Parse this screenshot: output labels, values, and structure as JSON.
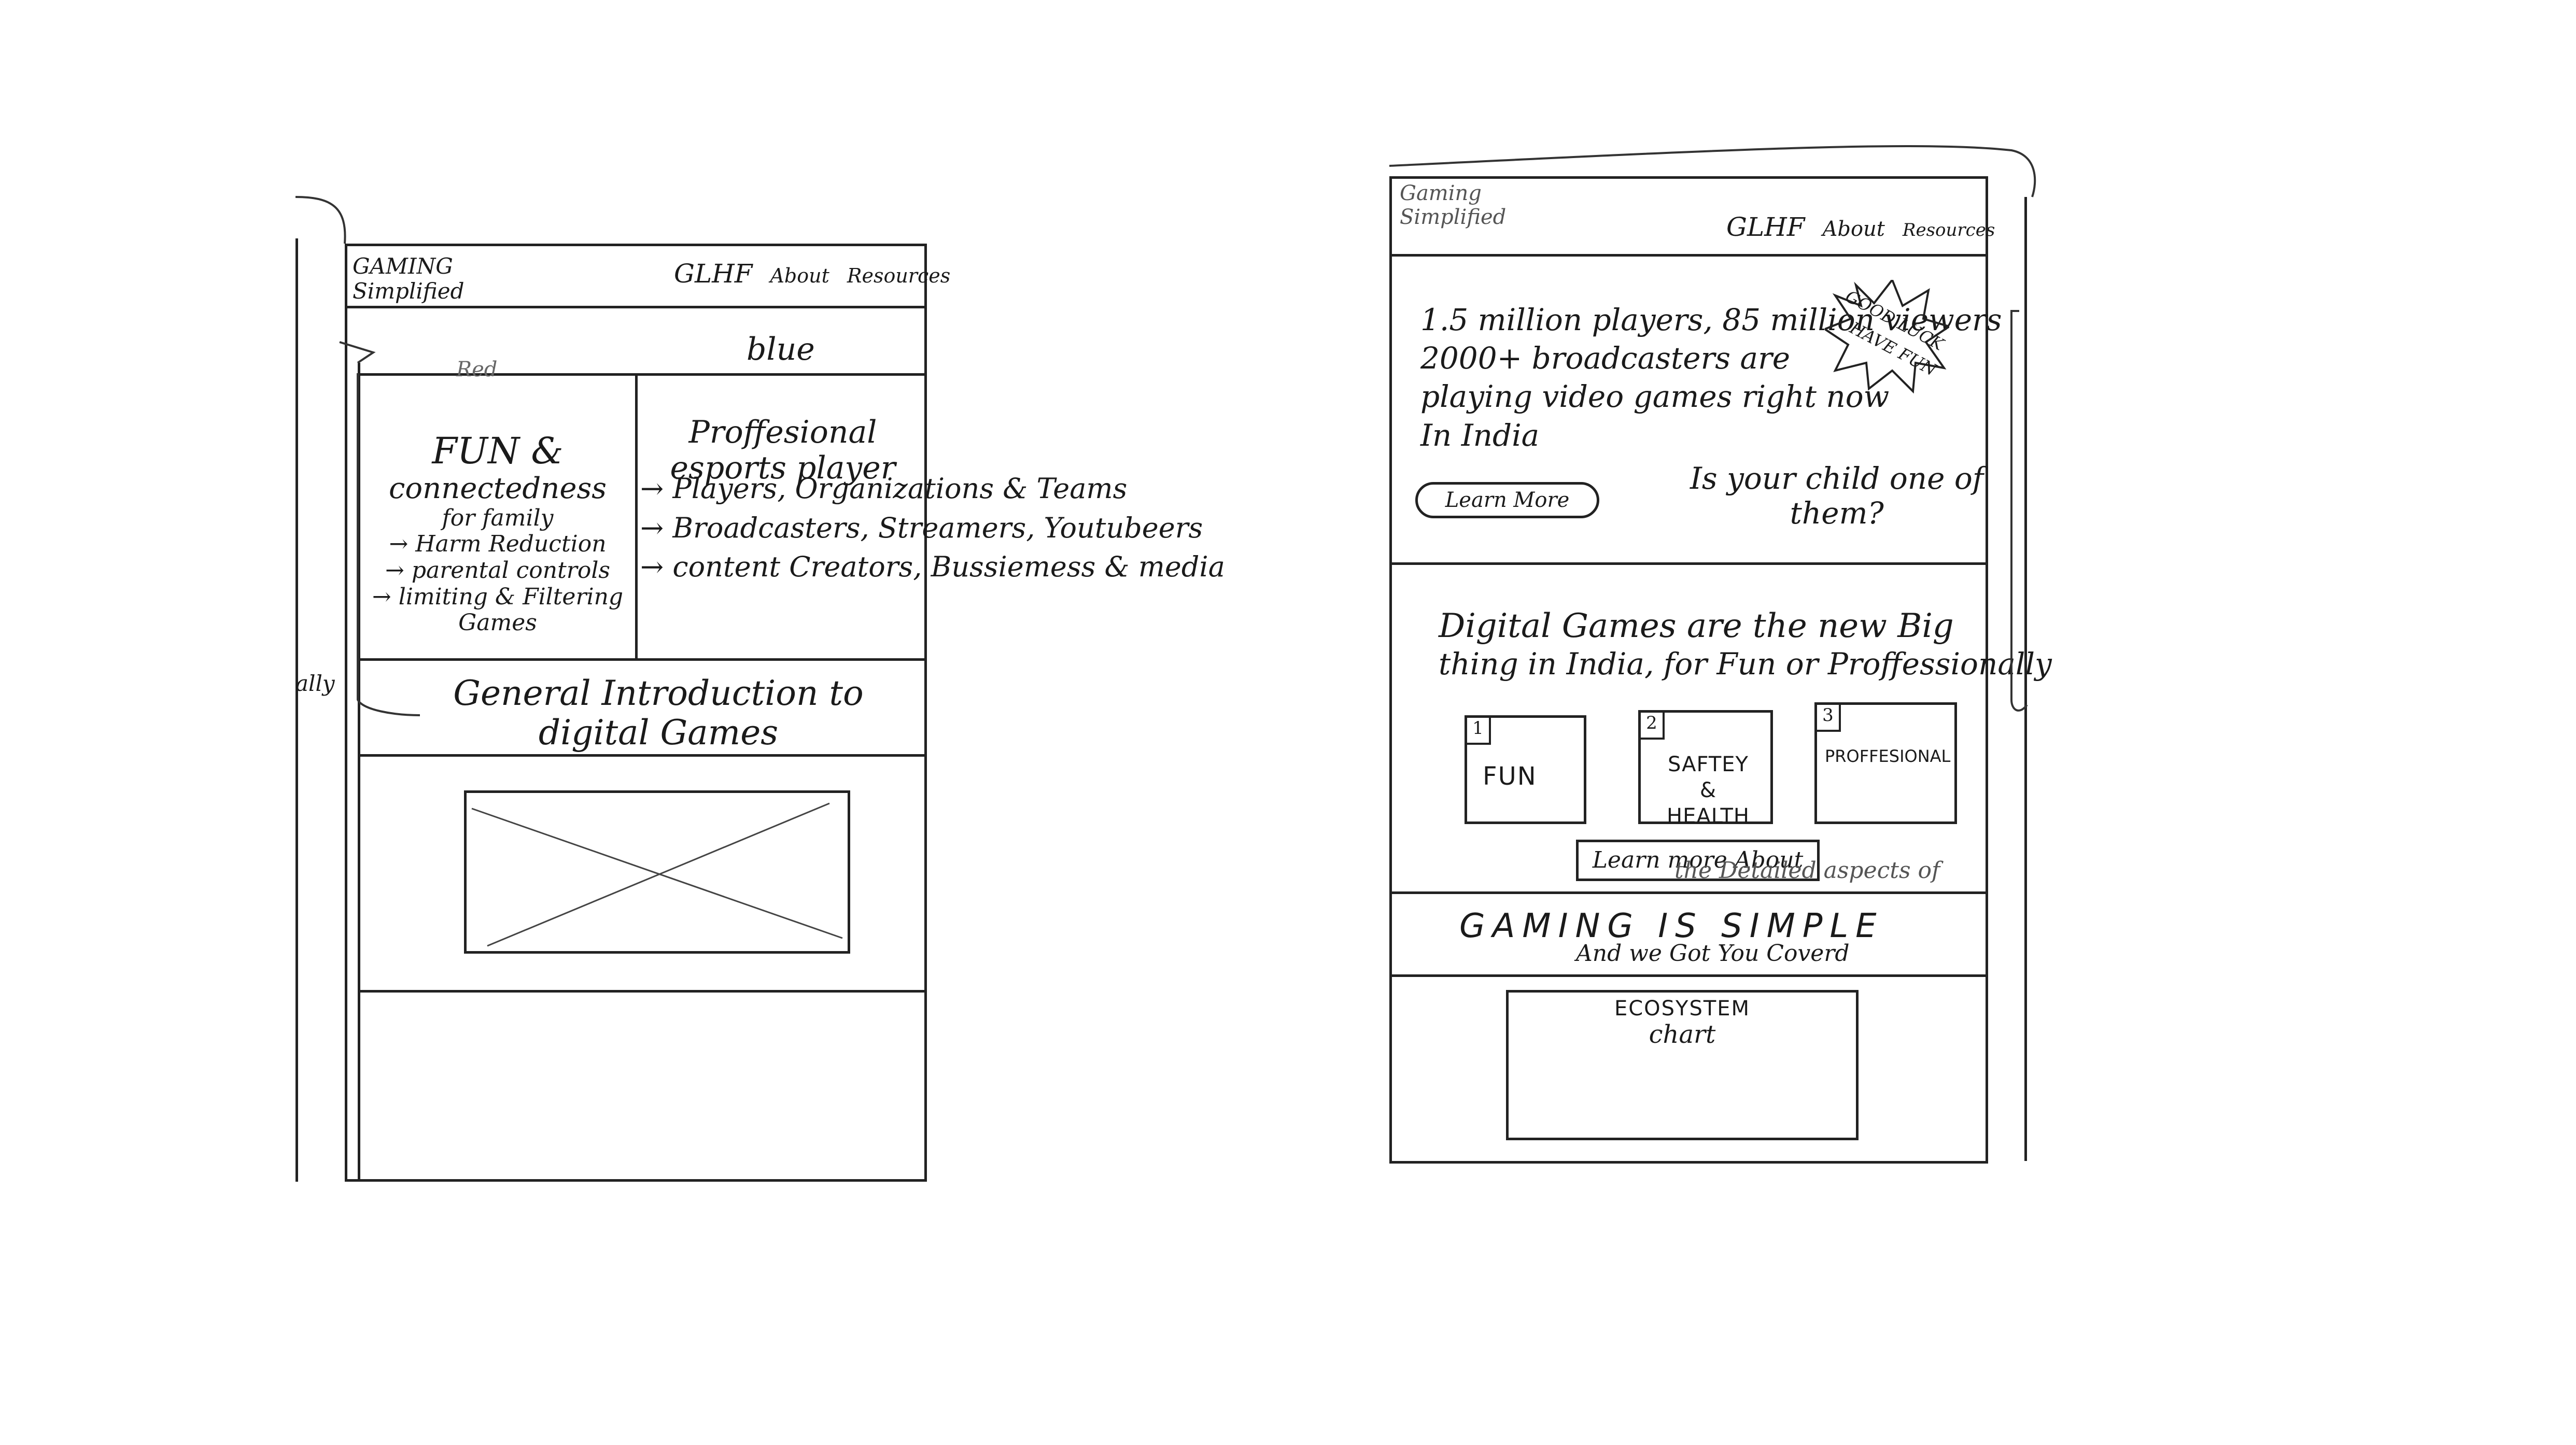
{
  "left_wireframe": {
    "brand": {
      "line1": "GAMING",
      "line2": "Simplified"
    },
    "nav": [
      "GLHF",
      "About",
      "Resources"
    ],
    "strip": {
      "left": "Red",
      "right": "blue"
    },
    "fun_column": [
      "FUN &",
      "connectedness",
      "for family",
      "→ Harm Reduction",
      "→ parental controls",
      "→ limiting & Filtering",
      "Games"
    ],
    "pro_column": [
      "Proffesional",
      "esports player"
    ],
    "pro_notes": [
      "→ Players, Organizations & Teams",
      "→ Broadcasters, Streamers, Youtubeers",
      "→ content Creators, Bussiemess & media"
    ],
    "intro": [
      "General Introduction to",
      "digital Games"
    ],
    "side_note": "ally"
  },
  "right_wireframe": {
    "brand": {
      "line1": "Gaming",
      "line2": "Simplified"
    },
    "nav": [
      "GLHF",
      "About",
      "Resources"
    ],
    "hero": [
      "1.5 million players, 85 million viewers",
      "2000+ broadcasters are",
      "playing video games right now",
      "In India"
    ],
    "burst": [
      "GOOD LUCK",
      "HAVE FUN"
    ],
    "hero_button": "Learn More",
    "hero_question": [
      "Is your child one of",
      "them?"
    ],
    "section2": [
      "Digital Games are the new Big",
      "thing in India, for Fun or Proffessionally"
    ],
    "cards": [
      {
        "num": "1",
        "label": "FUN"
      },
      {
        "num": "2",
        "label": "SAFTEY & HEALTH"
      },
      {
        "num": "3",
        "label": "PROFFESIONAL"
      }
    ],
    "learn_more": "Learn more About",
    "learn_more_tail": "the Detailed aspects of",
    "tagline": "GAMING IS SIMPLE",
    "subtagline": "And we Got You Coverd",
    "chart_box": [
      "ECOSYSTEM",
      "chart"
    ]
  }
}
